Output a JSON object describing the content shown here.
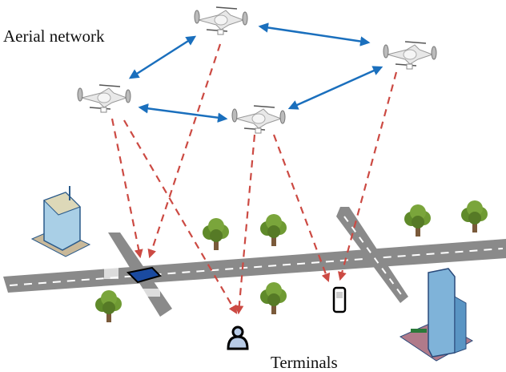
{
  "labels": {
    "aerial": "Aerial network",
    "terminals": "Terminals"
  },
  "colors": {
    "link_blue": "#1a6fbd",
    "beam_red": "#cc4a43",
    "road": "#8a8a8a",
    "tree": "#6f8f2e",
    "building": "#a9cfe6"
  },
  "drones": [
    {
      "id": "top-center"
    },
    {
      "id": "left"
    },
    {
      "id": "center"
    },
    {
      "id": "right"
    }
  ],
  "terminals": [
    {
      "type": "car"
    },
    {
      "type": "person"
    },
    {
      "type": "phone"
    }
  ]
}
